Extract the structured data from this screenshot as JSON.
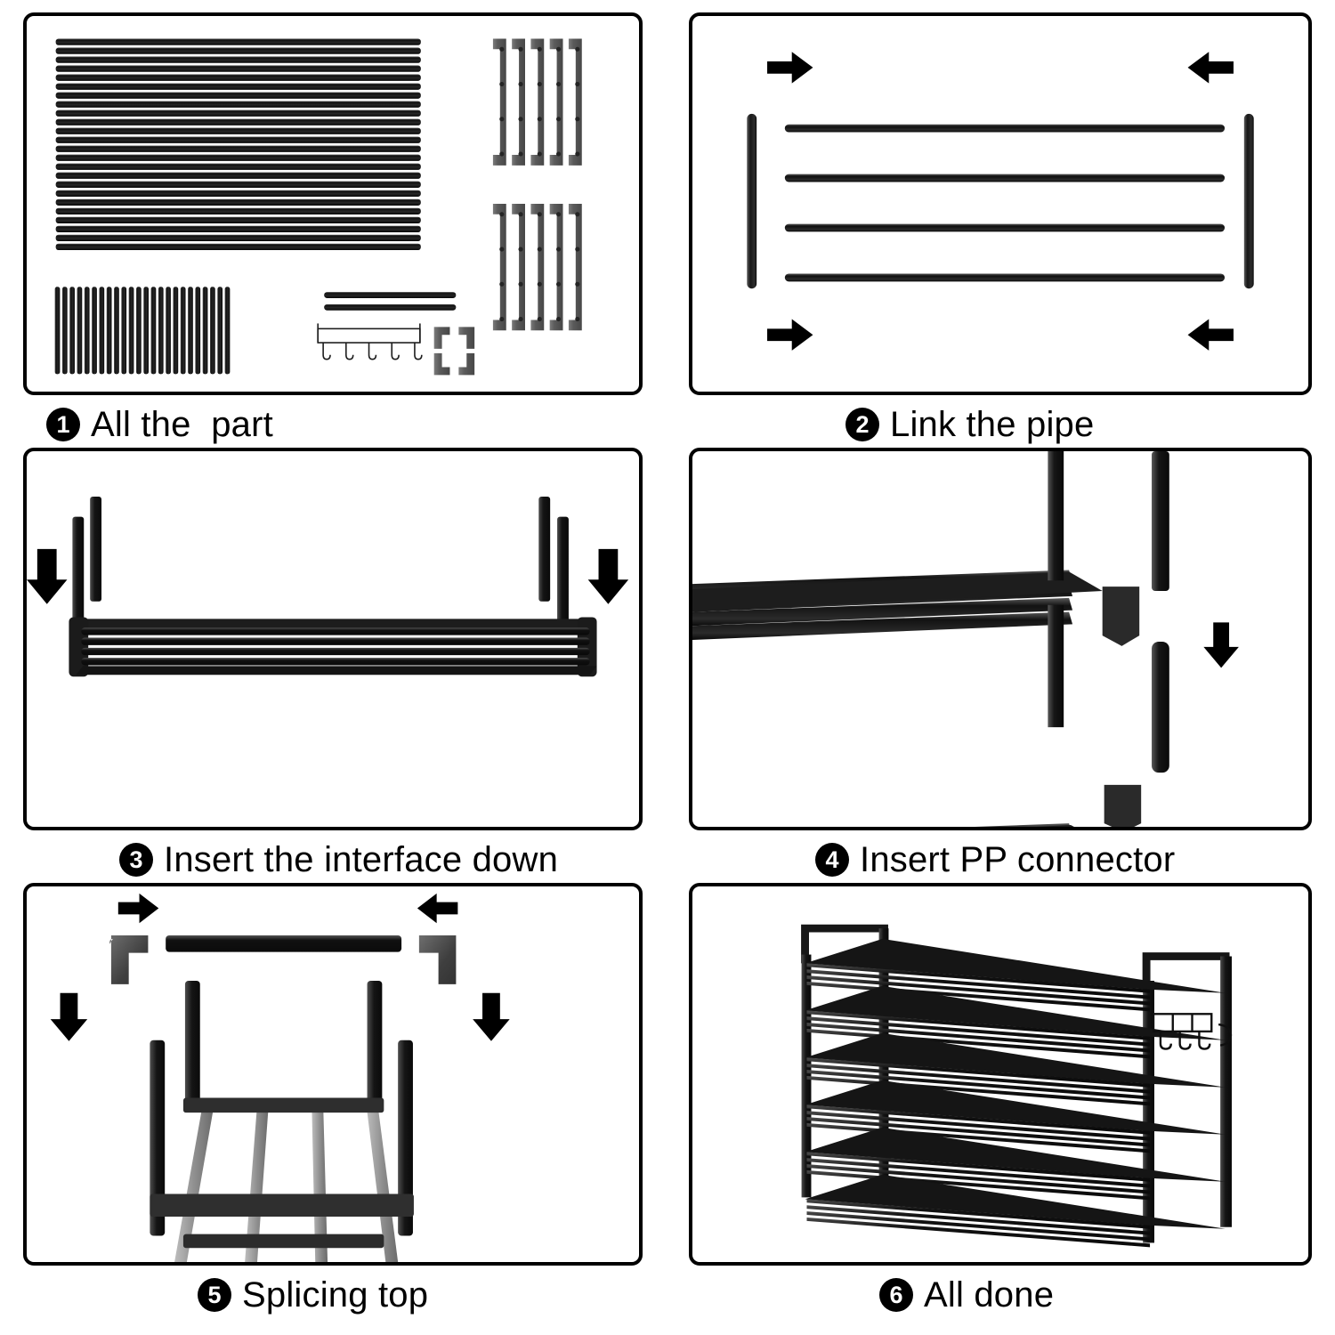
{
  "document": {
    "kind": "assembly-instruction-sheet",
    "product": "6-tier metal shoe rack",
    "background_color": "#ffffff",
    "border_color": "#000000",
    "text_color": "#000000",
    "metal_color": "#1c1c1c",
    "connector_color": "#5e5e5e"
  },
  "steps": [
    {
      "number": "1",
      "badge": "①",
      "label": "All the  part",
      "panel_name": "panel-all-the-part",
      "art_name": "parts-layout-illustration",
      "parts": [
        {
          "name": "long-rod",
          "count": 24,
          "color": "#1c1c1c",
          "orientation": "horizontal"
        },
        {
          "name": "short-rod",
          "count": 24,
          "color": "#1c1c1c",
          "orientation": "vertical"
        },
        {
          "name": "medium-rod",
          "count": 2,
          "color": "#1c1c1c",
          "orientation": "horizontal"
        },
        {
          "name": "hook-rail",
          "count": 1,
          "color": "#1c1c1c",
          "hooks": 5
        },
        {
          "name": "corner-elbow-connector",
          "count": 4,
          "color": "#5e5e5e"
        },
        {
          "name": "pp-side-connector",
          "count": 10,
          "color": "#5e5e5e",
          "sockets_each": 4,
          "groups": 2
        }
      ]
    },
    {
      "number": "2",
      "badge": "②",
      "label": "Link the pipe",
      "panel_name": "panel-link-the-pipe",
      "art_name": "link-pipes-illustration",
      "rods": 4,
      "side_rails": 2,
      "arrows": [
        {
          "name": "arrow-right-top",
          "direction": "right"
        },
        {
          "name": "arrow-left-top",
          "direction": "left"
        },
        {
          "name": "arrow-right-bottom",
          "direction": "right"
        },
        {
          "name": "arrow-left-bottom",
          "direction": "left"
        }
      ]
    },
    {
      "number": "3",
      "badge": "③",
      "label": "Insert the interface down",
      "panel_name": "panel-insert-the-interface-down",
      "art_name": "insert-interface-down-illustration",
      "legs_inserted": 4,
      "shelf_rods": 4,
      "arrows": [
        {
          "name": "arrow-down-left",
          "direction": "down"
        },
        {
          "name": "arrow-down-right",
          "direction": "down"
        }
      ]
    },
    {
      "number": "4",
      "badge": "④",
      "label": "Insert PP connector",
      "panel_name": "panel-insert-pp-connector",
      "art_name": "insert-pp-connector-illustration",
      "shelf_levels": 2,
      "arrows": [
        {
          "name": "arrow-down-right",
          "direction": "down"
        }
      ]
    },
    {
      "number": "5",
      "badge": "⑤",
      "label": "Splicing top",
      "panel_name": "panel-splicing-top",
      "art_name": "splicing-top-illustration",
      "top_rail": 1,
      "elbow_connectors": 2,
      "arrows": [
        {
          "name": "arrow-right-top",
          "direction": "right"
        },
        {
          "name": "arrow-left-top",
          "direction": "left"
        },
        {
          "name": "arrow-down-left",
          "direction": "down"
        },
        {
          "name": "arrow-down-right",
          "direction": "down"
        }
      ]
    },
    {
      "number": "6",
      "badge": "⑥",
      "label": "All done",
      "panel_name": "panel-all-done",
      "art_name": "finished-shoe-rack-illustration",
      "tiers": 6,
      "has_side_handles": true,
      "has_hook_rail": true,
      "hook_count": 4
    }
  ]
}
